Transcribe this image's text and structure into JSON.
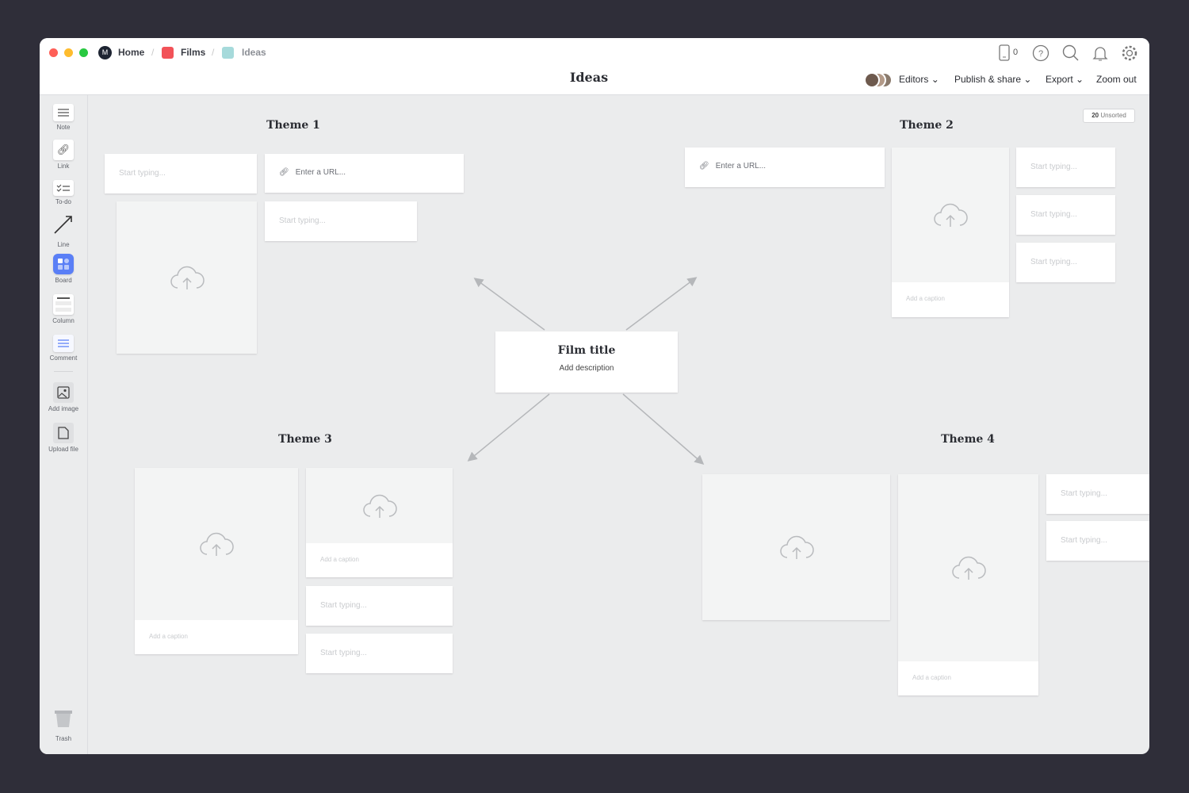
{
  "window_controls": {
    "close": "#fe5f57",
    "minimize": "#febc2e",
    "maximize": "#28c840"
  },
  "breadcrumb": [
    {
      "label": "Home"
    },
    {
      "label": "Films",
      "color": "#f25258"
    },
    {
      "label": "Ideas",
      "color": "#a6dadb"
    }
  ],
  "header": {
    "title": "Ideas",
    "device_count": "0",
    "editors": "Editors",
    "publish": "Publish & share",
    "export": "Export",
    "zoom_out": "Zoom out"
  },
  "sidebar": {
    "items": [
      {
        "label": "Note"
      },
      {
        "label": "Link"
      },
      {
        "label": "To-do"
      },
      {
        "label": "Line"
      },
      {
        "label": "Board"
      },
      {
        "label": "Column"
      },
      {
        "label": "Comment"
      },
      {
        "label": "Add image"
      },
      {
        "label": "Upload file"
      }
    ],
    "trash": "Trash",
    "accent": "#5a7ff6"
  },
  "unsorted": {
    "count": "20",
    "label": "Unsorted"
  },
  "board": {
    "placeholder": "Start typing...",
    "url_placeholder": "Enter a URL...",
    "caption_placeholder": "Add a caption",
    "center": {
      "title": "Film title",
      "description": "Add description"
    },
    "themes": [
      "Theme 1",
      "Theme 2",
      "Theme 3",
      "Theme 4"
    ]
  }
}
